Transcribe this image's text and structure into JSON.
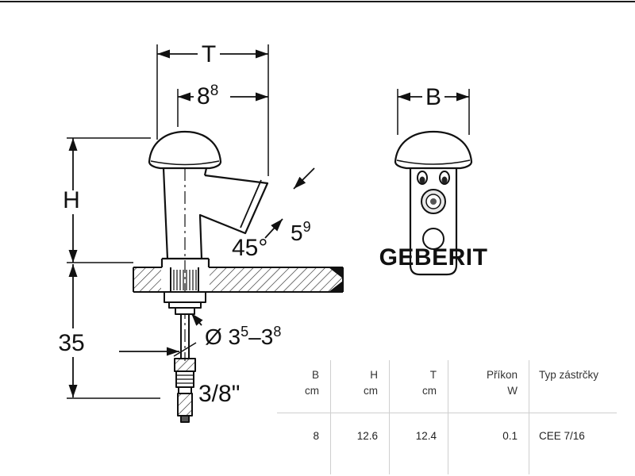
{
  "drawing": {
    "labels": {
      "t": "T",
      "b": "B",
      "h": "H",
      "d35": "35",
      "angle": "45°",
      "thread": "3/8\"",
      "d88_main": "8",
      "d88_sup": "8",
      "d59_main": "5",
      "d59_sup": "9",
      "dia_p1": "Ø 3",
      "dia_s1": "5",
      "dia_p2": "–3",
      "dia_s2": "8"
    },
    "brand": "GEBERIT"
  },
  "table": {
    "columns": [
      {
        "label": "B",
        "unit": "cm",
        "value": "8"
      },
      {
        "label": "H",
        "unit": "cm",
        "value": "12.6"
      },
      {
        "label": "T",
        "unit": "cm",
        "value": "12.4"
      },
      {
        "label": "Příkon",
        "unit": "W",
        "value": "0.1"
      },
      {
        "label": "Typ zástrčky",
        "unit": "",
        "value": "CEE 7/16"
      }
    ]
  }
}
